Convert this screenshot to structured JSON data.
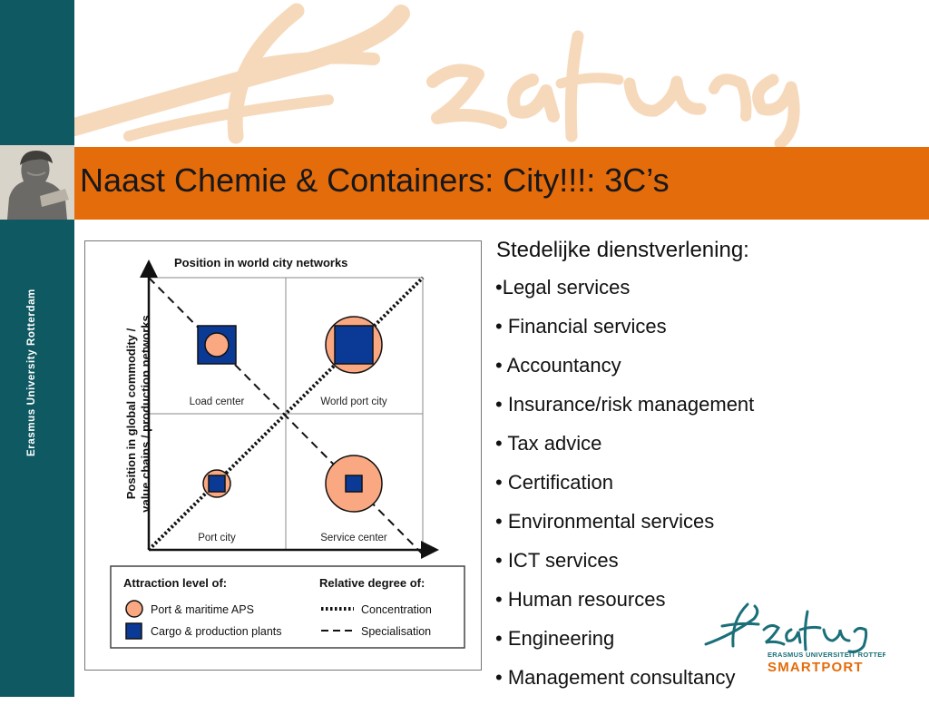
{
  "slide": {
    "title": "Naast Chemie & Containers: City!!!: 3C’s",
    "sidebar_text": "Erasmus University Rotterdam"
  },
  "diagram": {
    "top_label": "Position in world city networks",
    "y_label_line1": "Position in global commodity /",
    "y_label_line2": "value chains / production networks",
    "quadrants": {
      "top_left": "Load center",
      "top_right": "World port city",
      "bottom_left": "Port city",
      "bottom_right": "Service center"
    },
    "legend": {
      "attraction_heading": "Attraction level of:",
      "relative_heading": "Relative degree of:",
      "circle_label": "Port & maritime APS",
      "square_label": "Cargo & production plants",
      "dotted_label": "Concentration",
      "dashed_label": "Specialisation"
    },
    "colors": {
      "circle": "#f9a882",
      "square": "#0a3a96"
    }
  },
  "services": {
    "heading": "Stedelijke dienstverlening:",
    "items": [
      "•Legal services",
      "• Financial services",
      "• Accountancy",
      "• Insurance/risk management",
      "• Tax advice",
      "• Certification",
      "• Environmental services",
      "• ICT services",
      "• Human resources",
      "• Engineering",
      "• Management consultancy"
    ]
  },
  "logo": {
    "line1": "ERASMUS UNIVERSITEIT ROTTERDAM",
    "line2": "SMARTPORT"
  },
  "theme": {
    "teal": "#0f5962",
    "orange": "#e46c0a"
  }
}
